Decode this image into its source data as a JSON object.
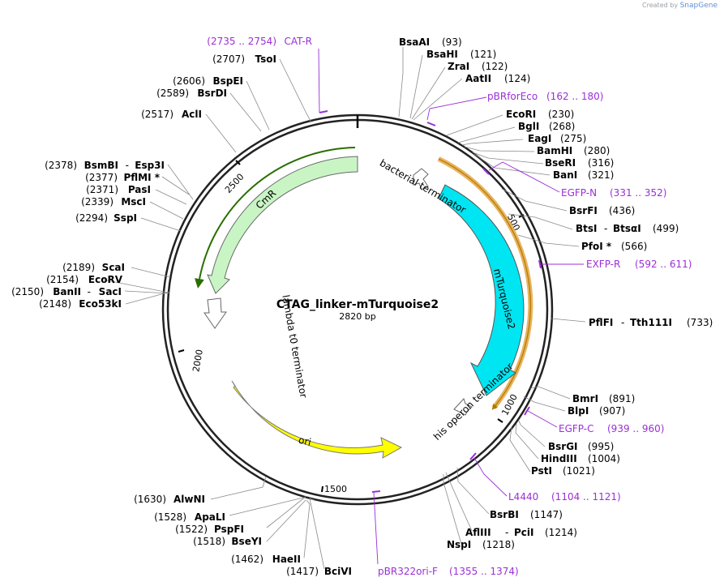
{
  "branding": {
    "created_by": "Created by",
    "name": "SnapGene"
  },
  "plasmid": {
    "name": "CTAG_linker-mTurquoise2",
    "length": "2820 bp"
  },
  "ticks": [
    "500",
    "1000",
    "1500",
    "2000",
    "2500"
  ],
  "features": {
    "cmr": "CmR",
    "mturquoise2": "mTurquoise2",
    "ori": "ori",
    "bacterial_terminator": "bacterial terminator",
    "his_operon_terminator": "his operon terminator",
    "lambda_terminator": "lambda t0 terminator"
  },
  "sites": {
    "bsaai": {
      "name": "BsaAI",
      "pos": "(93)"
    },
    "bsahi": {
      "name": "BsaHI",
      "pos": "(121)"
    },
    "zrai": {
      "name": "ZraI",
      "pos": "(122)"
    },
    "aatii": {
      "name": "AatII",
      "pos": "(124)"
    },
    "ecori": {
      "name": "EcoRI",
      "pos": "(230)"
    },
    "bgli": {
      "name": "BglI",
      "pos": "(268)"
    },
    "eagi": {
      "name": "EagI",
      "pos": "(275)"
    },
    "bamhi": {
      "name": "BamHI",
      "pos": "(280)"
    },
    "bseri": {
      "name": "BseRI",
      "pos": "(316)"
    },
    "bani": {
      "name": "BanI",
      "pos": "(321)"
    },
    "bsrfi": {
      "name": "BsrFI",
      "pos": "(436)"
    },
    "btsi": {
      "name": "BtsI",
      "sep": "-",
      "name2": "BtsαI",
      "pos": "(499)"
    },
    "pfoi": {
      "name": "PfoI *",
      "pos": "(566)"
    },
    "pflfi": {
      "name": "PflFI",
      "sep": "-",
      "name2": "Tth111I",
      "pos": "(733)"
    },
    "bmri": {
      "name": "BmrI",
      "pos": "(891)"
    },
    "blpi": {
      "name": "BlpI",
      "pos": "(907)"
    },
    "bsrgi": {
      "name": "BsrGI",
      "pos": "(995)"
    },
    "hindiii": {
      "name": "HindIII",
      "pos": "(1004)"
    },
    "psti": {
      "name": "PstI",
      "pos": "(1021)"
    },
    "bsrbi": {
      "name": "BsrBI",
      "pos": "(1147)"
    },
    "afliii": {
      "name": "AflIII",
      "sep": "-",
      "name2": "PciI",
      "pos": "(1214)"
    },
    "nspi": {
      "name": "NspI",
      "pos": "(1218)"
    },
    "bcivi": {
      "name": "BciVI",
      "pos": "(1417)"
    },
    "haeii": {
      "name": "HaeII",
      "pos": "(1462)"
    },
    "bseyi": {
      "name": "BseYI",
      "pos": "(1518)"
    },
    "pspfi": {
      "name": "PspFI",
      "pos": "(1522)"
    },
    "apali": {
      "name": "ApaLI",
      "pos": "(1528)"
    },
    "alwni": {
      "name": "AlwNI",
      "pos": "(1630)"
    },
    "eco53ki": {
      "name": "Eco53kI",
      "pos": "(2148)"
    },
    "banii": {
      "name": "BanII",
      "sep": "-",
      "name2": "SacI",
      "pos": "(2150)"
    },
    "ecorv": {
      "name": "EcoRV",
      "pos": "(2154)"
    },
    "scai": {
      "name": "ScaI",
      "pos": "(2189)"
    },
    "sspi": {
      "name": "SspI",
      "pos": "(2294)"
    },
    "msci": {
      "name": "MscI",
      "pos": "(2339)"
    },
    "pasi": {
      "name": "PasI",
      "pos": "(2371)"
    },
    "pflmi": {
      "name": "PflMI *",
      "pos": "(2377)"
    },
    "bsmbi": {
      "name": "BsmBI",
      "sep": "-",
      "name2": "Esp3I",
      "pos": "(2378)"
    },
    "acli": {
      "name": "AclI",
      "pos": "(2517)"
    },
    "bsrdi": {
      "name": "BsrDI",
      "pos": "(2589)"
    },
    "bspei": {
      "name": "BspEI",
      "pos": "(2606)"
    },
    "tsoi": {
      "name": "TsoI",
      "pos": "(2707)"
    }
  },
  "primers": {
    "catr": {
      "range": "(2735 .. 2754)",
      "name": "CAT-R"
    },
    "pbrforeco": {
      "name": "pBRforEco",
      "range": "(162 .. 180)"
    },
    "egfpn": {
      "name": "EGFP-N",
      "range": "(331 .. 352)"
    },
    "exfpr": {
      "name": "EXFP-R",
      "range": "(592 .. 611)"
    },
    "egfpc": {
      "name": "EGFP-C",
      "range": "(939 .. 960)"
    },
    "l4440": {
      "name": "L4440",
      "range": "(1104 .. 1121)"
    },
    "pbr322ori": {
      "name": "pBR322ori-F",
      "range": "(1355 .. 1374)"
    }
  }
}
